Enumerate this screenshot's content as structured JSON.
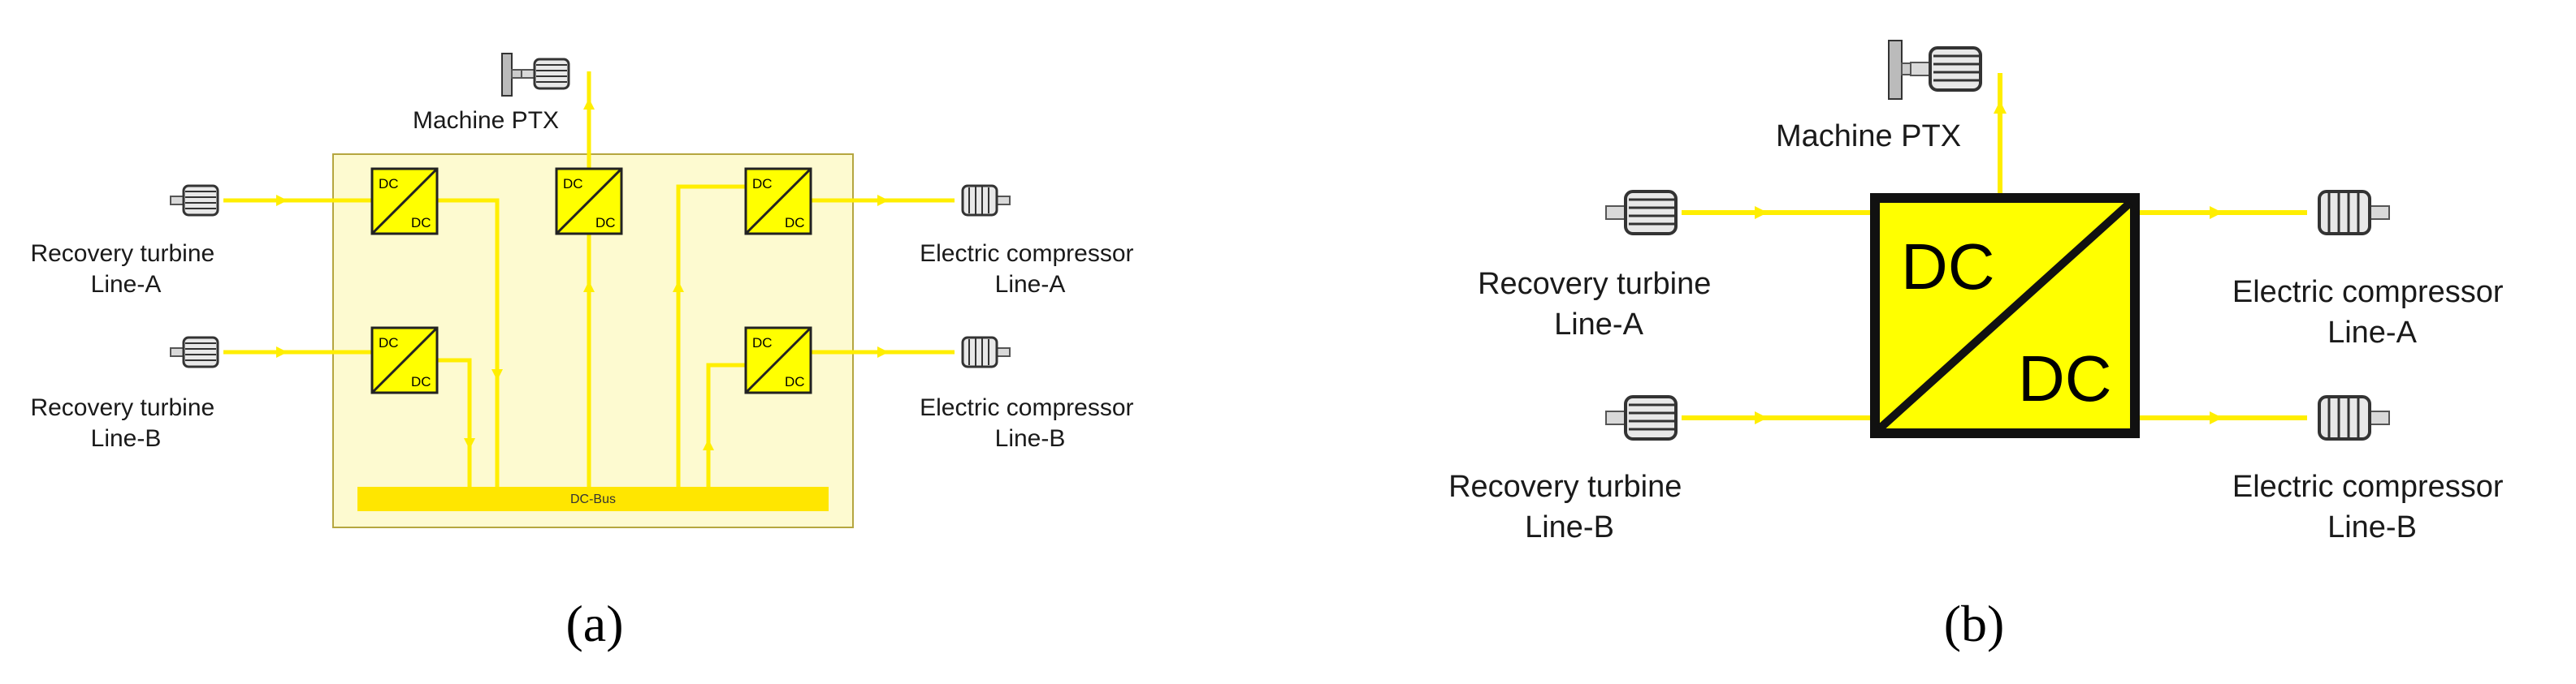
{
  "colors": {
    "power_line": "#ffee00",
    "converter_fill": "#ffff00",
    "panel_fill": "#fdfad0",
    "panel_border": "#b5a640",
    "bus_fill": "#ffe600"
  },
  "icons": [
    "motor-icon",
    "shaft-motor-icon",
    "dc-dc-converter-icon",
    "arrow-icon"
  ],
  "panel_a": {
    "caption": "(a)",
    "machine_label": "Machine PTX",
    "turbine_a": [
      "Recovery turbine",
      "Line-A"
    ],
    "turbine_b": [
      "Recovery turbine",
      "Line-B"
    ],
    "compressor_a": [
      "Electric compressor",
      "Line-A"
    ],
    "compressor_b": [
      "Electric compressor",
      "Line-B"
    ],
    "converter_dc_top": "DC",
    "converter_dc_bottom": "DC",
    "bus_label": "DC-Bus"
  },
  "panel_b": {
    "caption": "(b)",
    "machine_label": "Machine PTX",
    "turbine_a": [
      "Recovery turbine",
      "Line-A"
    ],
    "turbine_b": [
      "Recovery turbine",
      "Line-B"
    ],
    "compressor_a": [
      "Electric compressor",
      "Line-A"
    ],
    "compressor_b": [
      "Electric compressor",
      "Line-B"
    ],
    "converter_dc_top": "DC",
    "converter_dc_bottom": "DC"
  }
}
